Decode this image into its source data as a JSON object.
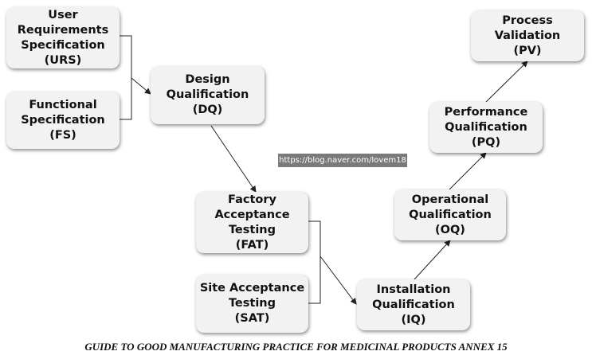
{
  "boxes": {
    "urs": [
      "User",
      "Requirements",
      "Specification",
      "(URS)"
    ],
    "fs": [
      "Functional",
      "Specification",
      "(FS)"
    ],
    "dq": [
      "Design",
      "Qualification",
      "(DQ)"
    ],
    "fat": [
      "Factory",
      "Acceptance",
      "Testing",
      "(FAT)"
    ],
    "sat": [
      "Site Acceptance",
      "Testing",
      "(SAT)"
    ],
    "iq": [
      "Installation",
      "Qualification",
      "(IQ)"
    ],
    "oq": [
      "Operational",
      "Qualification",
      "(OQ)"
    ],
    "pq": [
      "Performance",
      "Qualification",
      "(PQ)"
    ],
    "pv": [
      "Process",
      "Validation",
      "(PV)"
    ]
  },
  "watermark": "https://blog.naver.com/lovem18",
  "caption": "GUIDE TO GOOD MANUFACTURING PRACTICE FOR MEDICINAL PRODUCTS ANNEX 15",
  "colors": {
    "box_fill": "#f2f2f2",
    "line": "#222222",
    "watermark_bg": "#7a7a7a"
  }
}
